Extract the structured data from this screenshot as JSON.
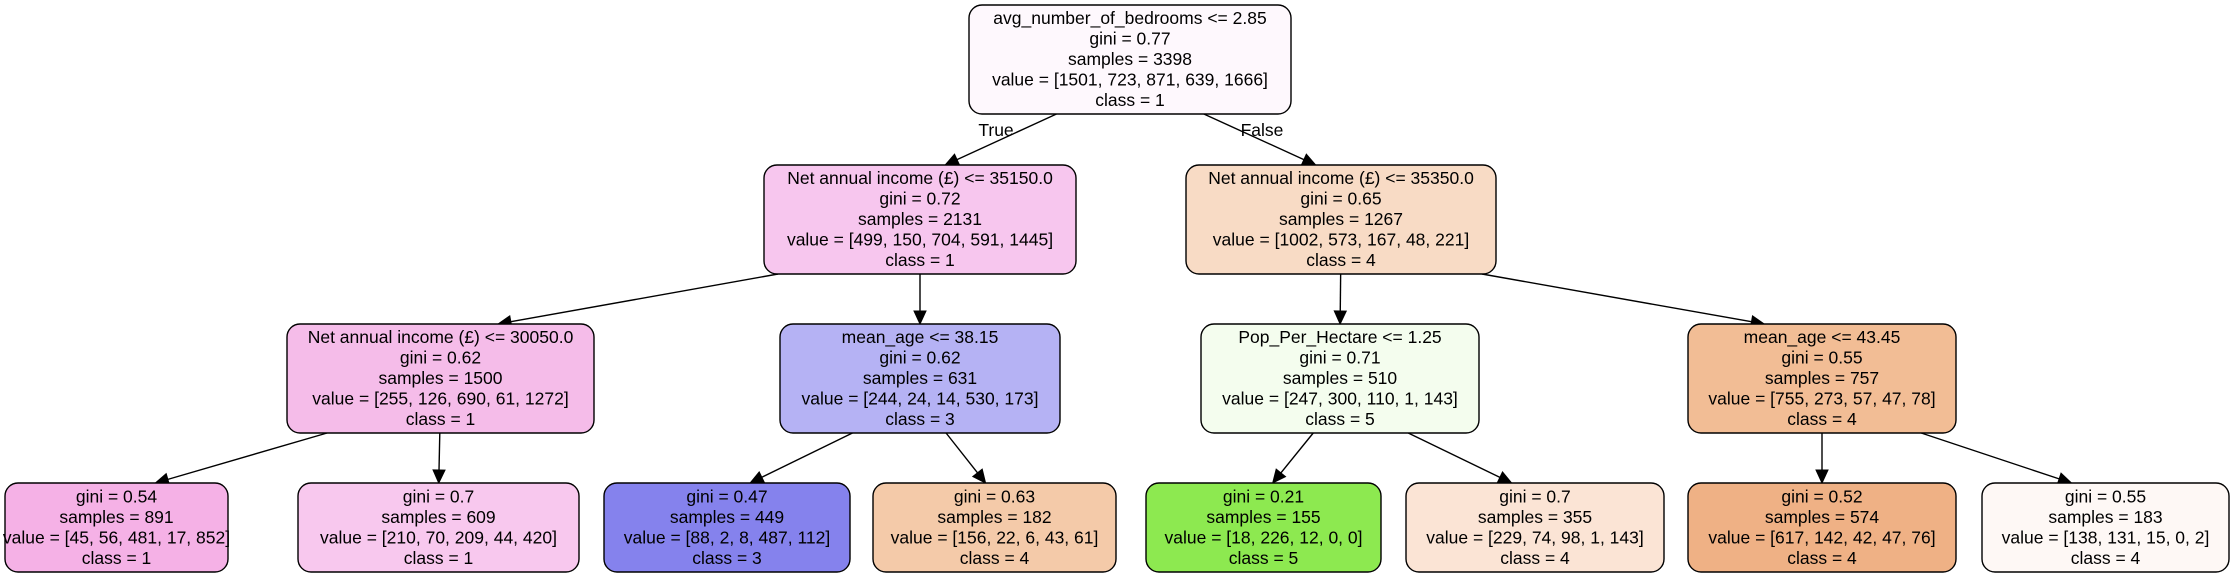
{
  "tree": {
    "nodes": [
      {
        "id": "root",
        "fill": "#fef8fd",
        "lines": [
          "avg_number_of_bedrooms <= 2.85",
          "gini = 0.77",
          "samples = 3398",
          "value = [1501, 723, 871, 639, 1666]",
          "class = 1"
        ]
      },
      {
        "id": "n1",
        "fill": "#f7c6ee",
        "lines": [
          "Net annual income (£) <= 35150.0",
          "gini = 0.72",
          "samples = 2131",
          "value = [499, 150, 704, 591, 1445]",
          "class = 1"
        ]
      },
      {
        "id": "n2",
        "fill": "#f8dbc5",
        "lines": [
          "Net annual income (£) <= 35350.0",
          "gini = 0.65",
          "samples = 1267",
          "value = [1002, 573, 167, 48, 221]",
          "class = 4"
        ]
      },
      {
        "id": "n3",
        "fill": "#f5bce9",
        "lines": [
          "Net annual income (£) <= 30050.0",
          "gini = 0.62",
          "samples = 1500",
          "value = [255, 126, 690, 61, 1272]",
          "class = 1"
        ]
      },
      {
        "id": "n4",
        "fill": "#b5b2f4",
        "lines": [
          "mean_age <= 38.15",
          "gini = 0.62",
          "samples = 631",
          "value = [244, 24, 14, 530, 173]",
          "class = 3"
        ]
      },
      {
        "id": "n5",
        "fill": "#f4fdee",
        "lines": [
          "Pop_Per_Hectare <= 1.25",
          "gini = 0.71",
          "samples = 510",
          "value = [247, 300, 110, 1, 143]",
          "class = 5"
        ]
      },
      {
        "id": "n6",
        "fill": "#f2bd95",
        "lines": [
          "mean_age <= 43.45",
          "gini = 0.55",
          "samples = 757",
          "value = [755, 273, 57, 47, 78]",
          "class = 4"
        ]
      },
      {
        "id": "n7",
        "fill": "#f5b1e6",
        "lines": [
          "gini = 0.54",
          "samples = 891",
          "value = [45, 56, 481, 17, 852]",
          "class = 1"
        ]
      },
      {
        "id": "n8",
        "fill": "#f8c8ee",
        "lines": [
          "gini = 0.7",
          "samples = 609",
          "value = [210, 70, 209, 44, 420]",
          "class = 1"
        ]
      },
      {
        "id": "n9",
        "fill": "#8582ed",
        "lines": [
          "gini = 0.47",
          "samples = 449",
          "value = [88, 2, 8, 487, 112]",
          "class = 3"
        ]
      },
      {
        "id": "n10",
        "fill": "#f4caa9",
        "lines": [
          "gini = 0.63",
          "samples = 182",
          "value = [156, 22, 6, 43, 61]",
          "class = 4"
        ]
      },
      {
        "id": "n11",
        "fill": "#8de950",
        "lines": [
          "gini = 0.21",
          "samples = 155",
          "value = [18, 226, 12, 0, 0]",
          "class = 5"
        ]
      },
      {
        "id": "n12",
        "fill": "#fbe4d5",
        "lines": [
          "gini = 0.7",
          "samples = 355",
          "value = [229, 74, 98, 1, 143]",
          "class = 4"
        ]
      },
      {
        "id": "n13",
        "fill": "#efb185",
        "lines": [
          "gini = 0.52",
          "samples = 574",
          "value = [617, 142, 42, 47, 76]",
          "class = 4"
        ]
      },
      {
        "id": "n14",
        "fill": "#fef8f5",
        "lines": [
          "gini = 0.55",
          "samples = 183",
          "value = [138, 131, 15, 0, 2]",
          "class = 4"
        ]
      }
    ],
    "edges": [
      {
        "from": "root",
        "to": "n1",
        "label": "True"
      },
      {
        "from": "root",
        "to": "n2",
        "label": "False"
      },
      {
        "from": "n1",
        "to": "n3",
        "label": ""
      },
      {
        "from": "n1",
        "to": "n4",
        "label": ""
      },
      {
        "from": "n2",
        "to": "n5",
        "label": ""
      },
      {
        "from": "n2",
        "to": "n6",
        "label": ""
      },
      {
        "from": "n3",
        "to": "n7",
        "label": ""
      },
      {
        "from": "n3",
        "to": "n8",
        "label": ""
      },
      {
        "from": "n4",
        "to": "n9",
        "label": ""
      },
      {
        "from": "n4",
        "to": "n10",
        "label": ""
      },
      {
        "from": "n5",
        "to": "n11",
        "label": ""
      },
      {
        "from": "n5",
        "to": "n12",
        "label": ""
      },
      {
        "from": "n6",
        "to": "n13",
        "label": ""
      },
      {
        "from": "n6",
        "to": "n14",
        "label": ""
      }
    ]
  }
}
